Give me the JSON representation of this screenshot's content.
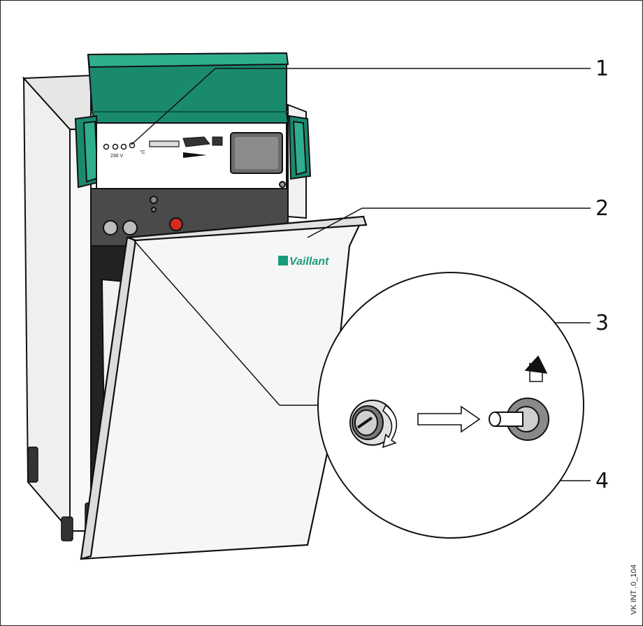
{
  "callouts": [
    {
      "id": "1",
      "label": "1"
    },
    {
      "id": "2",
      "label": "2"
    },
    {
      "id": "3",
      "label": "3"
    },
    {
      "id": "4",
      "label": "4"
    }
  ],
  "brand": {
    "text": "Vaillant",
    "color": "#1a9a7c"
  },
  "panel": {
    "labels": [
      "230 V",
      "°C"
    ]
  },
  "image_ref": "VK INT .0_104",
  "colors": {
    "housing_green": "#1a8a6e",
    "green_highlight": "#2fae8e",
    "control_panel": "#4a4a4a",
    "indicator_red": "#d62b1f",
    "outline": "#111111"
  },
  "icons": [
    "slot-screw-icon",
    "rotate-arrow-icon",
    "insert-arrow-icon",
    "chimney-sweep-icon"
  ]
}
